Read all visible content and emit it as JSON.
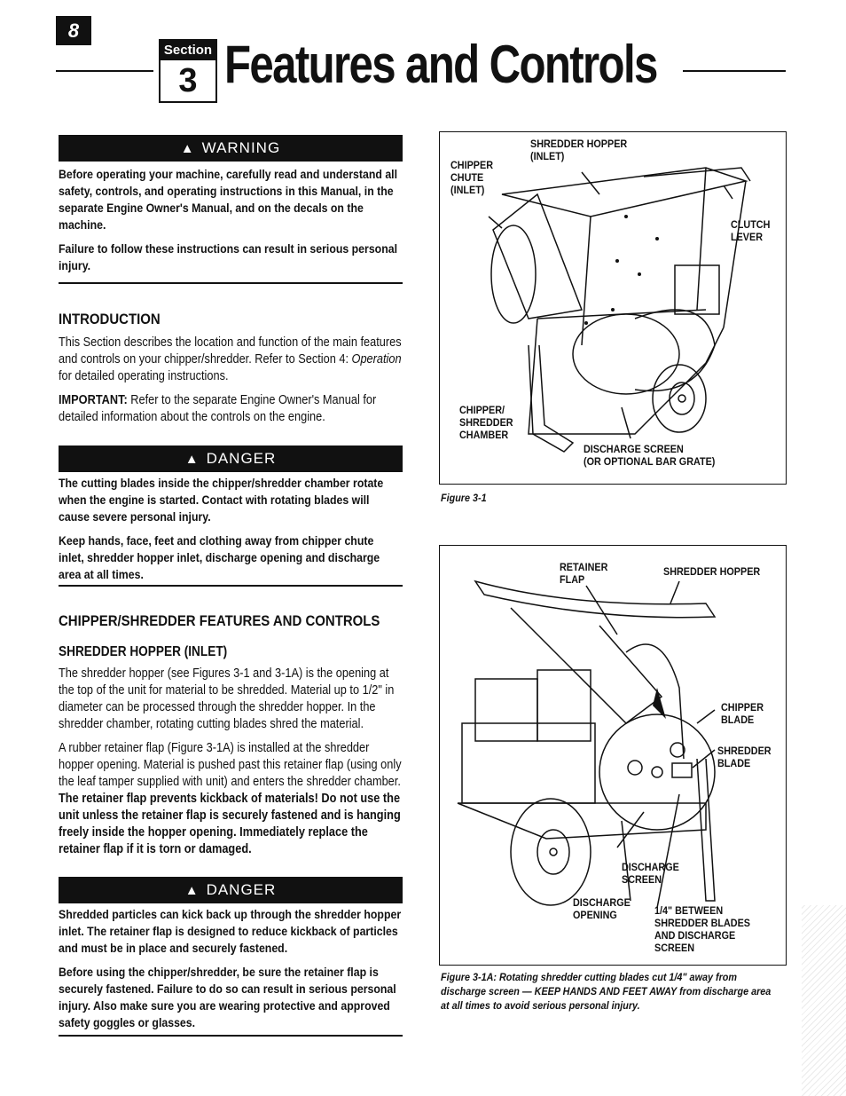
{
  "header": {
    "page_number": "8",
    "section_label": "Section",
    "section_number": "3",
    "title": "Features and Controls"
  },
  "warning": {
    "label": "WARNING",
    "para1": "Before operating your machine, carefully read and understand all safety, controls, and operating instructions in this Manual, in the separate Engine Owner's Manual, and on the decals on the machine.",
    "para2": "Failure to follow these instructions can result in serious personal injury."
  },
  "introduction": {
    "heading": "INTRODUCTION",
    "para1_a": "This Section describes the location and function of the main features and controls on your chipper/shredder. Refer to Section 4: ",
    "para1_em": "Operation",
    "para1_b": " for detailed operating instructions.",
    "para2_bold": "IMPORTANT:",
    "para2_text": " Refer to the separate Engine Owner's Manual for detailed information about the controls on the engine."
  },
  "danger1": {
    "label": "DANGER",
    "para1": "The cutting blades inside the chipper/shredder chamber rotate when the engine is started. Contact with rotating blades will cause severe personal injury.",
    "para2": "Keep hands, face, feet and clothing away from chipper chute inlet, shredder hopper inlet, discharge opening and discharge area at all times."
  },
  "features": {
    "heading": "CHIPPER/SHREDDER FEATURES AND CONTROLS",
    "subheading": "SHREDDER HOPPER (INLET)",
    "para1": "The shredder hopper (see Figures 3-1 and 3-1A) is the opening at the top of the unit for material to be shredded. Material up to 1/2\" in diameter can be processed through the shredder hopper. In the shredder chamber, rotating cutting blades shred the material.",
    "para2_text": "A rubber retainer flap (Figure 3-1A) is installed at the shredder hopper opening. Material is pushed past this retainer flap (using only the leaf tamper supplied with unit) and enters the shredder chamber. ",
    "para2_bold": "The retainer flap prevents kickback of materials! Do not use the unit unless the retainer flap is securely fastened and is hanging freely inside the hopper opening. Immediately replace the retainer flap if it is torn or damaged."
  },
  "danger2": {
    "label": "DANGER",
    "para1": "Shredded particles can kick back up through the shredder hopper inlet. The retainer flap is designed to reduce kickback of particles and must be in place and securely fastened.",
    "para2": "Before using the chipper/shredder, be sure the retainer flap is securely fastened. Failure to do so can result in serious personal injury. Also make sure you are wearing protective and approved safety goggles or glasses."
  },
  "figure1": {
    "shredder_hopper": "SHREDDER HOPPER\n(INLET)",
    "chipper_chute": "CHIPPER\nCHUTE\n(INLET)",
    "clutch_lever": "CLUTCH\nLEVER",
    "chamber": "CHIPPER/\nSHREDDER\nCHAMBER",
    "discharge_screen": "DISCHARGE SCREEN\n(OR OPTIONAL BAR GRATE)",
    "caption": "Figure 3-1"
  },
  "figure2": {
    "retainer_flap": "RETAINER\nFLAP",
    "shredder_hopper": "SHREDDER HOPPER",
    "chipper_blade": "CHIPPER\nBLADE",
    "shredder_blade": "SHREDDER\nBLADE",
    "discharge_screen": "DISCHARGE\nSCREEN",
    "discharge_opening": "DISCHARGE\nOPENING",
    "clearance": "1/4\" BETWEEN\nSHREDDER BLADES\nAND DISCHARGE\nSCREEN",
    "caption": "Figure 3-1A: Rotating shredder cutting blades cut 1/4\" away from discharge screen — KEEP HANDS AND FEET AWAY from discharge area at all times to avoid serious personal injury."
  }
}
